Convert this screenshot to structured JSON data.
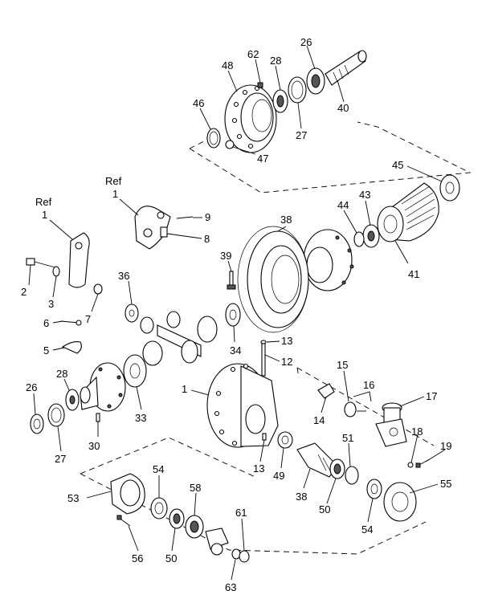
{
  "diagram": {
    "labels": {
      "l62": "62",
      "l26a": "26",
      "l48": "48",
      "l28a": "28",
      "l46": "46",
      "l40": "40",
      "l27a": "27",
      "l47": "47",
      "l45": "45",
      "l43": "43",
      "l44": "44",
      "l1a": "1",
      "refa": "Ref",
      "l9": "9",
      "l8": "8",
      "l38a": "38",
      "l41": "41",
      "l1b": "1",
      "refb": "Ref",
      "l2": "2",
      "l3": "3",
      "l7": "7",
      "l6": "6",
      "l5": "5",
      "l39": "39",
      "l36": "36",
      "l34": "34",
      "l13a": "13",
      "l12": "12",
      "l1c": "1",
      "l15": "15",
      "l16": "16",
      "l17": "17",
      "l14": "14",
      "l26b": "26",
      "l28b": "28",
      "l33": "33",
      "l30": "30",
      "l27b": "27",
      "l18": "18",
      "l19": "19",
      "l51": "51",
      "l13b": "13",
      "l49": "49",
      "l38b": "38",
      "l50a": "50",
      "l55": "55",
      "l54a": "54",
      "l53": "53",
      "l54b": "54",
      "l58": "58",
      "l61": "61",
      "l56": "56",
      "l50b": "50",
      "l63": "63"
    }
  }
}
